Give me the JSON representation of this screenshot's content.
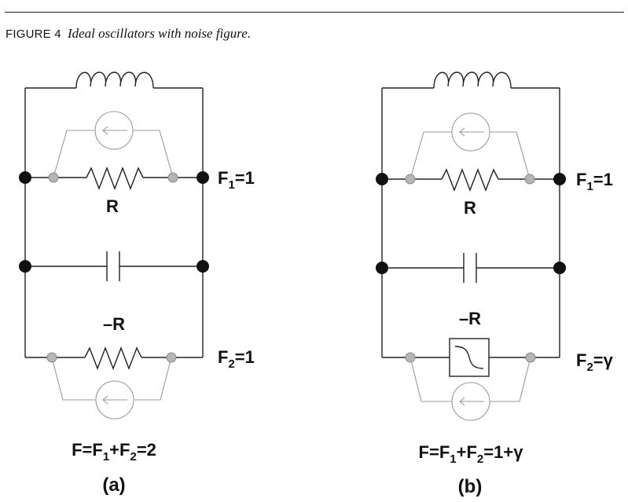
{
  "figure": {
    "number": "FIGURE 4",
    "title": "Ideal oscillators with noise figure."
  },
  "circuit_a": {
    "resistor_label": "R",
    "neg_resistor_label": "–R",
    "f1": {
      "sym": "F",
      "sub": "1",
      "rest": "=1"
    },
    "f2": {
      "sym": "F",
      "sub": "2",
      "rest": "=1"
    },
    "equation": {
      "p1": "F=F",
      "s1": "1",
      "p2": "+F",
      "s2": "2",
      "p3": "=2"
    },
    "panel": "(a)"
  },
  "circuit_b": {
    "resistor_label": "R",
    "neg_resistor_label": "–R",
    "f1": {
      "sym": "F",
      "sub": "1",
      "rest": "=1"
    },
    "f2": {
      "sym": "F",
      "sub": "2",
      "rest": "=γ"
    },
    "equation": {
      "p1": "F=F",
      "s1": "1",
      "p2": "+F",
      "s2": "2",
      "p3": "=1+γ"
    },
    "panel": "(b)"
  }
}
